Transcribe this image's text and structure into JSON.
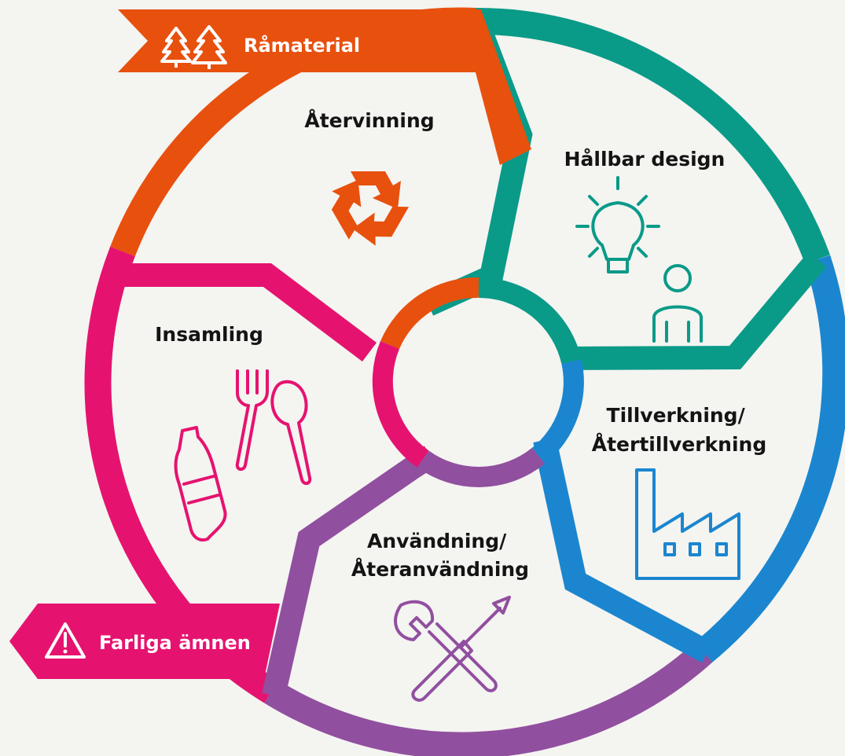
{
  "banners": {
    "top": "Råmaterial",
    "bottom": "Farliga ämnen"
  },
  "segments": {
    "recycling": "Återvinning",
    "design": "Hållbar design",
    "manufacturing": [
      "Tillverkning/",
      "Återtillverkning"
    ],
    "usage": [
      "Användning/",
      "Återanvändning"
    ],
    "collection": "Insamling"
  },
  "colors": {
    "orange": "#e8500e",
    "teal": "#0a9a88",
    "blue": "#1b86cf",
    "purple": "#914f9f",
    "pink": "#e5136f",
    "background": "#f4f4f1"
  },
  "icons": {
    "top_banner": "trees-icon",
    "bottom_banner": "warning-icon",
    "recycling": "recycle-icon",
    "design": "lightbulb-person-icon",
    "manufacturing": "factory-icon",
    "usage": "wrench-screwdriver-icon",
    "collection": "bottle-cutlery-icon"
  }
}
